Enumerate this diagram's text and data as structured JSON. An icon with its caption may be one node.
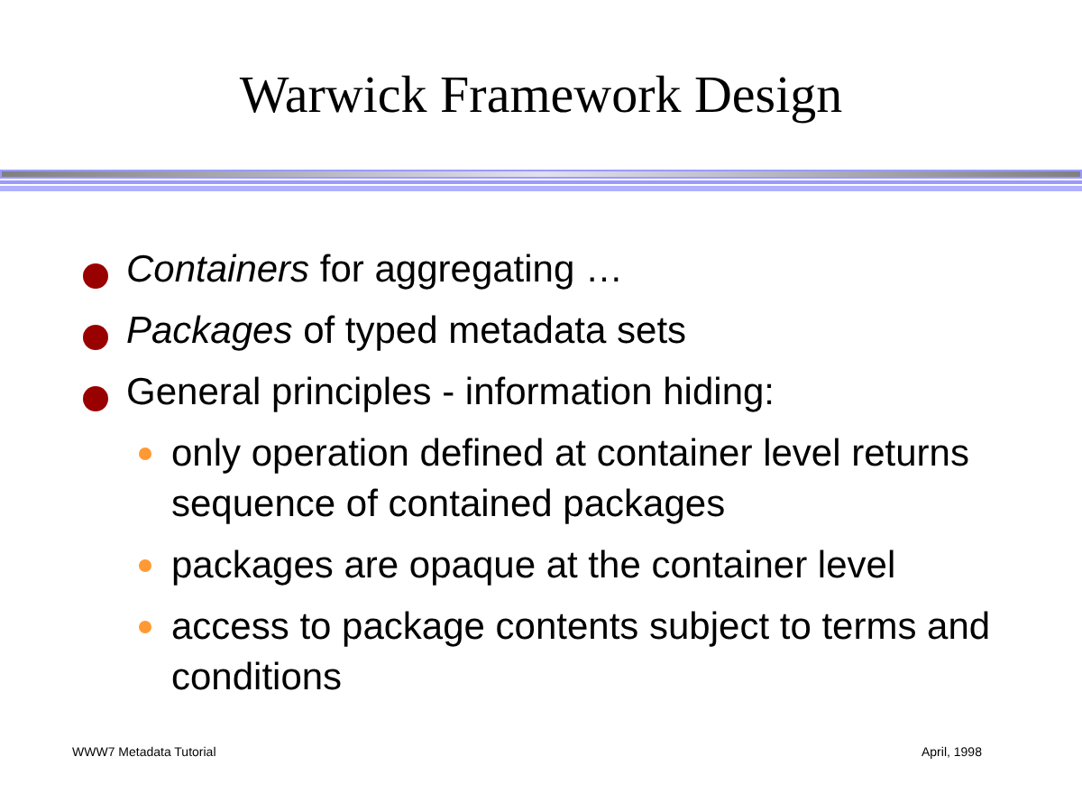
{
  "diagram": {
    "title": "Warwick Framework Design",
    "labels": [
      "*Containers* for aggregating …",
      "*Packages* of typed metadata sets",
      "General principles - information hiding:",
      "only operation defined at container level returns sequence of contained packages",
      "packages are opaque at the container level",
      "access to package contents subject to terms and conditions",
      "WWW7 Metadata Tutorial",
      "April, 1998"
    ]
  }
}
